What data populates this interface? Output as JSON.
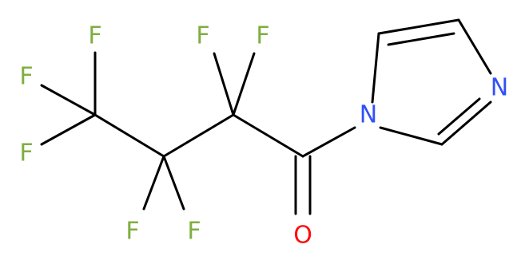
{
  "molecule": {
    "atoms": {
      "f1": "F",
      "f2": "F",
      "f3": "F",
      "f4": "F",
      "f5": "F",
      "f6": "F",
      "f7": "F",
      "o1": "O",
      "n1": "N",
      "n2": "N"
    },
    "colors": {
      "fluorine": "#7fae3f",
      "oxygen": "#ff0d0d",
      "nitrogen": "#3050f8",
      "bond": "#000000",
      "background": "#ffffff"
    }
  }
}
